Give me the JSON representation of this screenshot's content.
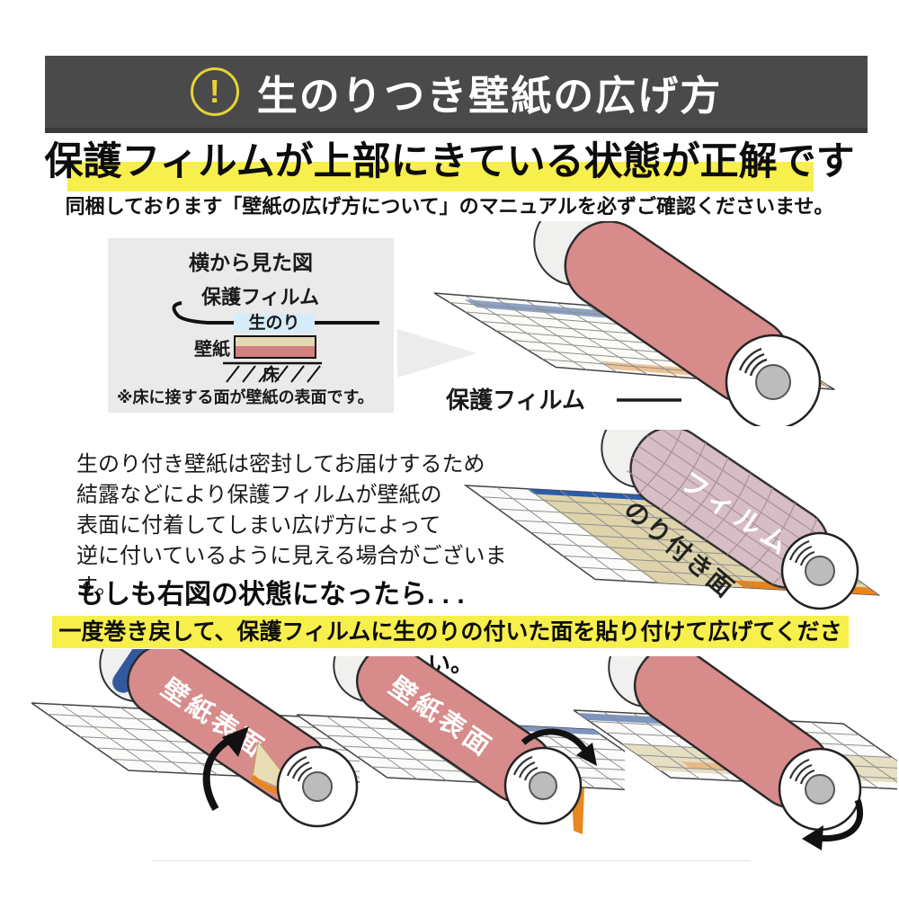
{
  "banner": {
    "icon": "!",
    "title": "生のりつき壁紙の広げ方"
  },
  "intro": {
    "heading": "保護フィルムが上部にきている状態が正解です",
    "subheading": "同梱しております「壁紙の広げ方について」のマニュアルを必ずご確認くださいませ。"
  },
  "side_view": {
    "title": "横から見た図",
    "film": "保護フィルム",
    "glue": "生のり",
    "wallpaper": "壁紙",
    "floor": "床",
    "note": "※床に接する面が壁紙の表面です。"
  },
  "correct": {
    "film_label": "保護フィルム"
  },
  "explanation": {
    "line1": "生のり付き壁紙は密封してお届けするため",
    "line2": "結露などにより保護フィルムが壁紙の",
    "line3": "表面に付着してしまい広げ方によって",
    "line4": "逆に付いているように見える場合がございます。",
    "emphasis": "もしも右図の状態になったら. . ."
  },
  "wrong": {
    "film_label": "フィルム",
    "glue_label": "のり付き面"
  },
  "instruction": "一度巻き戻して、保護フィルムに生のりの付いた面を貼り付けて広げてください。",
  "steps": {
    "roll1_label": "壁紙表面",
    "roll2_label": "壁紙表面"
  },
  "colors": {
    "banner_gray": "#4a4a4a",
    "accent_yellow": "#f7ef4c",
    "roll_pink": "#d88b8b",
    "film_blue": "#2b5cac",
    "glue_orange": "#e8831d",
    "glue_lightblue": "#d6ecf8",
    "sheet_beige": "#ded3aa"
  }
}
